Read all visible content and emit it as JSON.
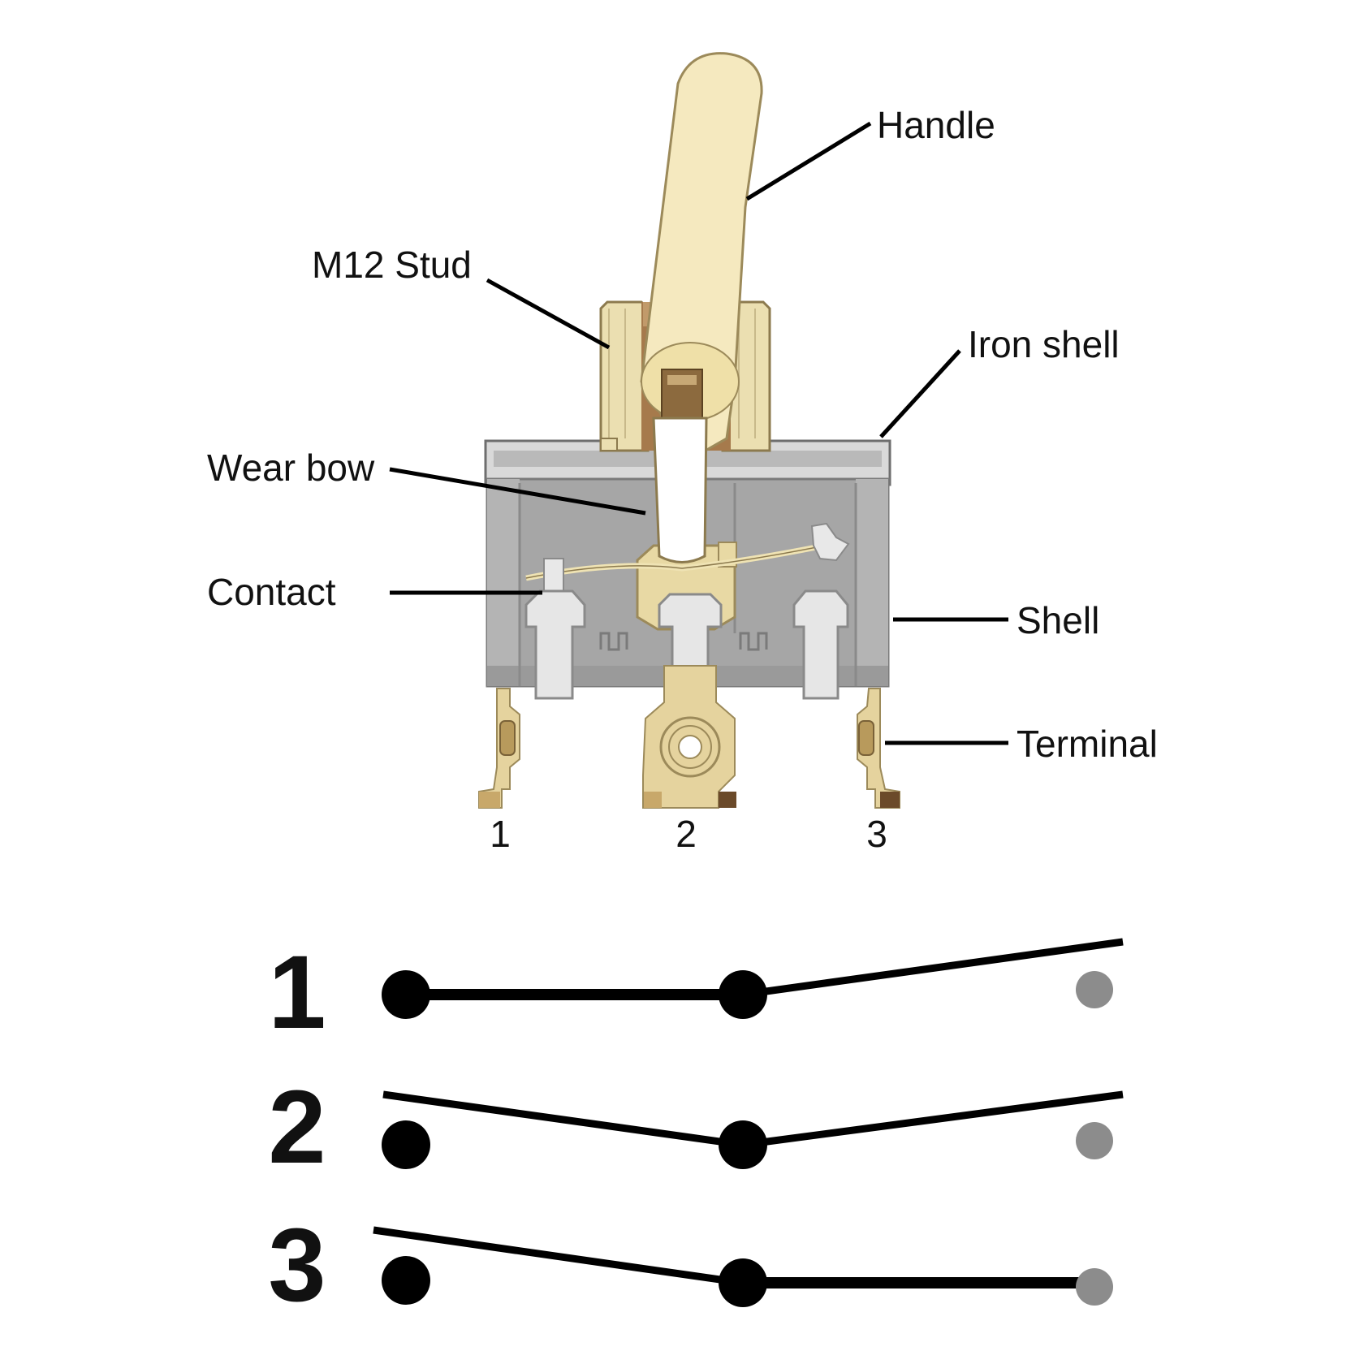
{
  "labels": {
    "handle": "Handle",
    "m12_stud": "M12 Stud",
    "iron_shell": "Iron shell",
    "wear_bow": "Wear bow",
    "contact": "Contact",
    "shell": "Shell",
    "terminal": "Terminal"
  },
  "terminal_numbers": [
    "1",
    "2",
    "3"
  ],
  "positions": [
    {
      "number": "1",
      "connected": "1-2"
    },
    {
      "number": "2",
      "connected": "none"
    },
    {
      "number": "3",
      "connected": "2-3"
    }
  ],
  "colors": {
    "handle": "#f5e9bf",
    "stud": "#a67a4c",
    "shell": "#a6a6a6",
    "shell_dark": "#8a8a8a",
    "contact": "#e4e4e4",
    "terminal": "#e5d39e",
    "open_dot": "#8c8c8c",
    "line": "#000000"
  }
}
